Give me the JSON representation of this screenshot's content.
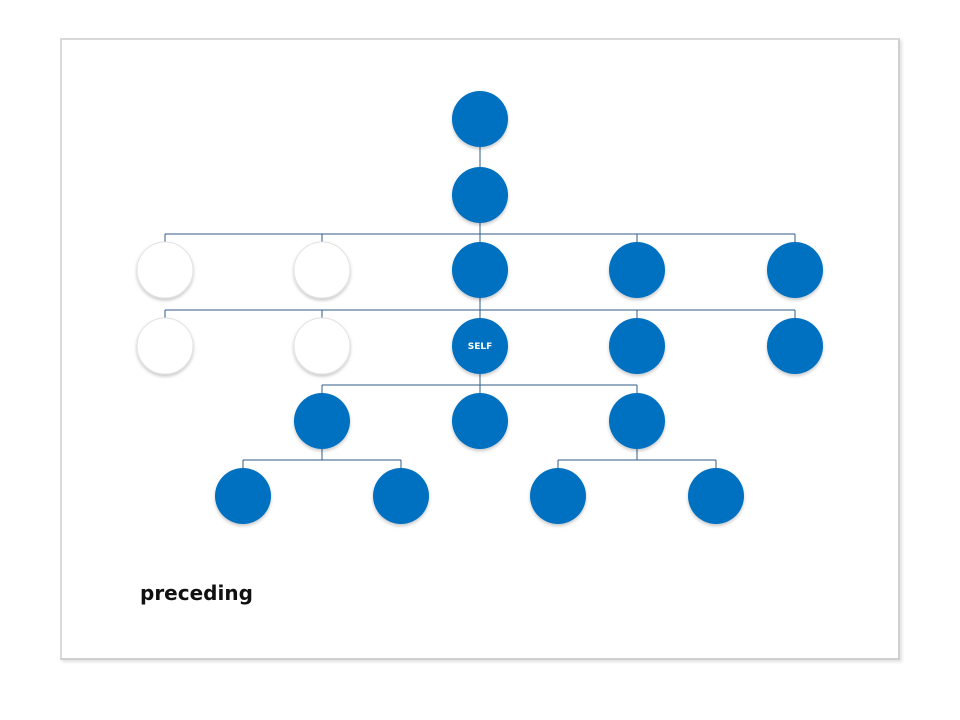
{
  "diagram": {
    "caption": "preceding",
    "colors": {
      "filled": "#0070c0",
      "hollow": "#ffffff",
      "hollow_stroke": "#e2e2e2",
      "edge": "#2f5b8a",
      "label": "#ffffff"
    },
    "nodes": [
      {
        "id": "ancestor-2",
        "filled": true,
        "label": ""
      },
      {
        "id": "ancestor-1",
        "filled": true,
        "label": ""
      },
      {
        "id": "level3-a",
        "filled": false,
        "label": ""
      },
      {
        "id": "level3-b",
        "filled": false,
        "label": ""
      },
      {
        "id": "parent",
        "filled": true,
        "label": ""
      },
      {
        "id": "level3-d",
        "filled": true,
        "label": ""
      },
      {
        "id": "level3-e",
        "filled": true,
        "label": ""
      },
      {
        "id": "sibling-a",
        "filled": false,
        "label": ""
      },
      {
        "id": "sibling-b",
        "filled": false,
        "label": ""
      },
      {
        "id": "self",
        "filled": true,
        "label": "SELF"
      },
      {
        "id": "sibling-d",
        "filled": true,
        "label": ""
      },
      {
        "id": "sibling-e",
        "filled": true,
        "label": ""
      },
      {
        "id": "child-a",
        "filled": true,
        "label": ""
      },
      {
        "id": "child-b",
        "filled": true,
        "label": ""
      },
      {
        "id": "child-c",
        "filled": true,
        "label": ""
      },
      {
        "id": "grandchild-a1",
        "filled": true,
        "label": ""
      },
      {
        "id": "grandchild-a2",
        "filled": true,
        "label": ""
      },
      {
        "id": "grandchild-c1",
        "filled": true,
        "label": ""
      },
      {
        "id": "grandchild-c2",
        "filled": true,
        "label": ""
      }
    ],
    "edges": [
      {
        "from": "ancestor-2",
        "to": [
          "ancestor-1"
        ]
      },
      {
        "from": "ancestor-1",
        "to": [
          "level3-a",
          "level3-b",
          "parent",
          "level3-d",
          "level3-e"
        ]
      },
      {
        "from": "parent",
        "to": [
          "sibling-a",
          "sibling-b",
          "self",
          "sibling-d",
          "sibling-e"
        ]
      },
      {
        "from": "self",
        "to": [
          "child-a",
          "child-b",
          "child-c"
        ]
      },
      {
        "from": "child-a",
        "to": [
          "grandchild-a1",
          "grandchild-a2"
        ]
      },
      {
        "from": "child-c",
        "to": [
          "grandchild-c1",
          "grandchild-c2"
        ]
      }
    ]
  }
}
